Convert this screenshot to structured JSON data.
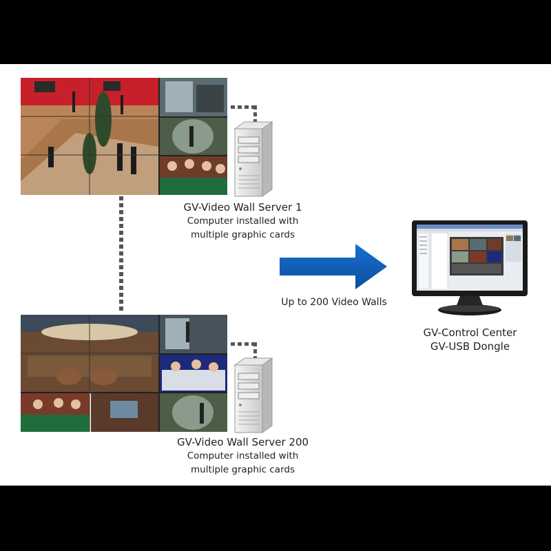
{
  "server_1": {
    "title": "GV-Video Wall Server 1",
    "desc_line1": "Computer installed with",
    "desc_line2": "multiple graphic cards"
  },
  "server_200": {
    "title": "GV-Video Wall Server 200",
    "desc_line1": "Computer installed with",
    "desc_line2": "multiple graphic cards"
  },
  "arrow": {
    "label": "Up to 200 Video Walls",
    "color": "#0b5bb5"
  },
  "control_center": {
    "line1": "GV-Control Center",
    "line2": "GV-USB Dongle"
  }
}
